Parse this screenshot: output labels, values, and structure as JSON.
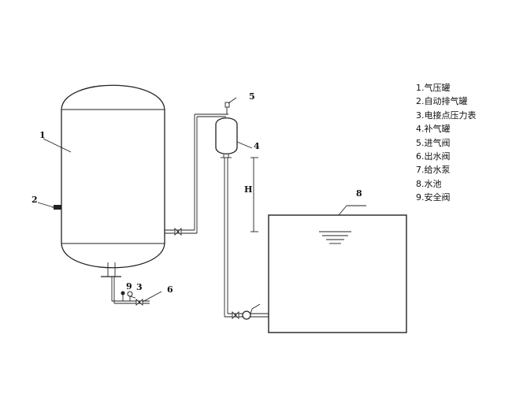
{
  "labels": {
    "n1": "1",
    "n2": "2",
    "n3": "3",
    "n4": "4",
    "n5": "5",
    "n6": "6",
    "n8": "8",
    "n9": "9",
    "h": "H"
  },
  "legend": [
    "1.气压罐",
    "2.自动排气罐",
    "3.电接点压力表",
    "4.补气罐",
    "5.进气阀",
    "6.出水阀",
    "7.给水泵",
    "8.水池",
    "9.安全阀"
  ]
}
